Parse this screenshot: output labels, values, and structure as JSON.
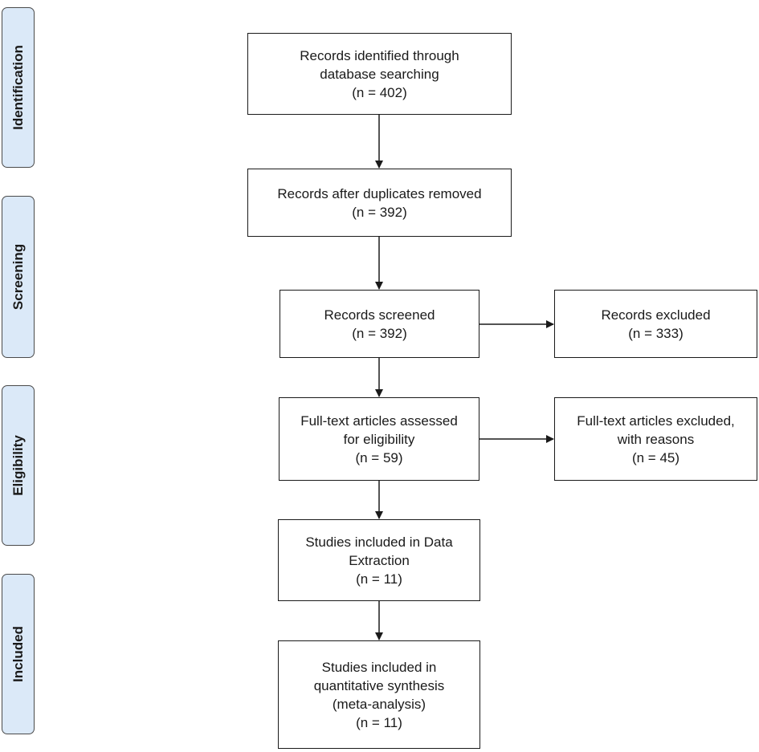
{
  "stages": [
    {
      "id": "identification",
      "label": "Identification"
    },
    {
      "id": "screening",
      "label": "Screening"
    },
    {
      "id": "eligibility",
      "label": "Eligibility"
    },
    {
      "id": "included",
      "label": "Included"
    }
  ],
  "boxes": {
    "identified": {
      "line1": "Records identified through",
      "line2": "database searching",
      "count": "(n = 402)"
    },
    "deduplicated": {
      "line1": "Records after duplicates removed",
      "count": "(n = 392)"
    },
    "screened": {
      "line1": "Records screened",
      "count": "(n = 392)"
    },
    "excluded": {
      "line1": "Records excluded",
      "count": "(n = 333)"
    },
    "fulltext_assessed": {
      "line1": "Full-text articles assessed",
      "line2": "for eligibility",
      "count": "(n = 59)"
    },
    "fulltext_excluded": {
      "line1": "Full-text articles excluded,",
      "line2": "with reasons",
      "count": "(n = 45)"
    },
    "data_extraction": {
      "line1": "Studies included in Data",
      "line2": "Extraction",
      "count": "(n = 11)"
    },
    "quantitative": {
      "line1": "Studies included in",
      "line2": "quantitative synthesis",
      "line3": "(meta-analysis)",
      "count": "(n = 11)"
    }
  },
  "colors": {
    "stage_fill": "#dbe9f8",
    "stage_border": "#4a4a4a",
    "box_border": "#1a1a1a",
    "arrow": "#1a1a1a"
  }
}
